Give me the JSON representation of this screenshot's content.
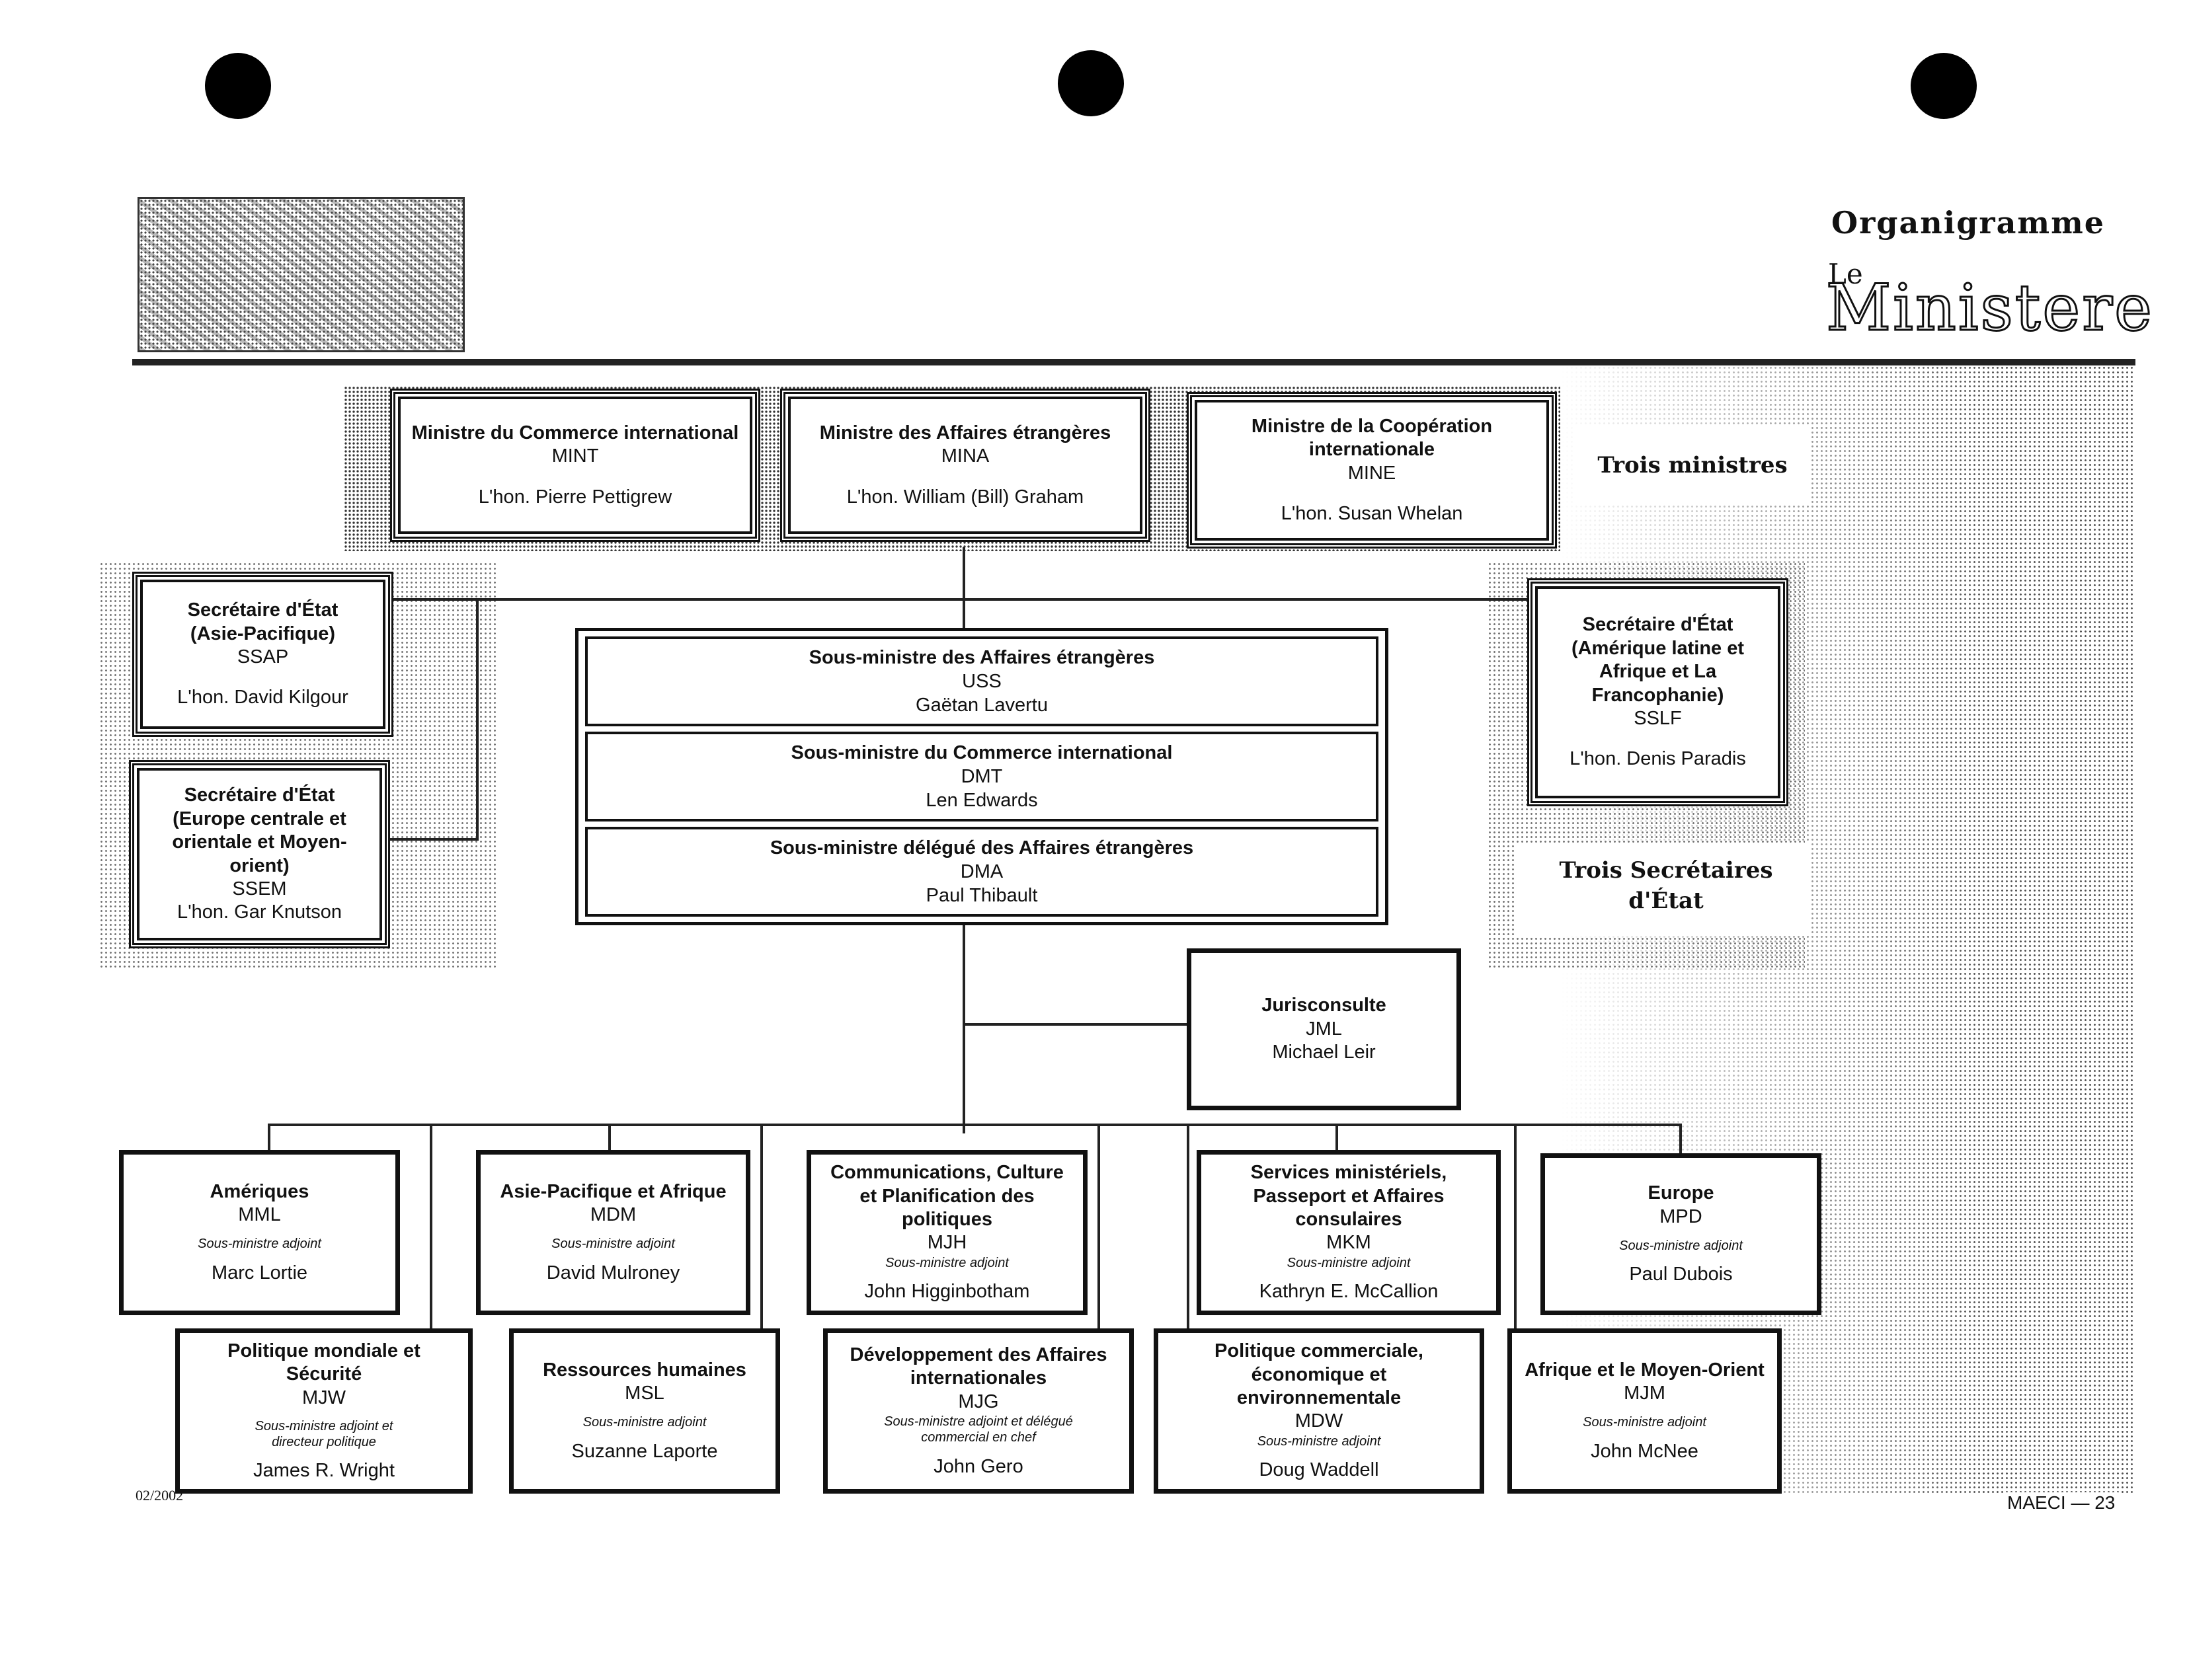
{
  "header": {
    "title_top": "Organigramme",
    "title_le": "Le",
    "title_main": "Ministere"
  },
  "ministers": [
    {
      "title": "Ministre du Commerce international",
      "code": "MINT",
      "name": "L'hon. Pierre Pettigrew"
    },
    {
      "title": "Ministre des Affaires étrangères",
      "code": "MINA",
      "name": "L'hon. William (Bill) Graham"
    },
    {
      "title": "Ministre de la Coopération internationale",
      "code": "MINE",
      "name": "L'hon. Susan Whelan"
    }
  ],
  "label_ministers": "Trois ministres",
  "secretaries": [
    {
      "title": "Secrétaire d'État (Asie-Pacifique)",
      "code": "SSAP",
      "name": "L'hon. David Kilgour"
    },
    {
      "title": "Secrétaire d'État (Europe centrale et orientale et Moyen-orient)",
      "code": "SSEM",
      "name": "L'hon. Gar Knutson"
    },
    {
      "title": "Secrétaire d'État (Amérique latine et Afrique et La Francophanie)",
      "code": "SSLF",
      "name": "L'hon. Denis Paradis"
    }
  ],
  "label_secretaries": "Trois Secrétaires d'État",
  "deputies": [
    {
      "title": "Sous-ministre des Affaires étrangères",
      "code": "USS",
      "name": "Gaëtan Lavertu"
    },
    {
      "title": "Sous-ministre du Commerce international",
      "code": "DMT",
      "name": "Len Edwards"
    },
    {
      "title": "Sous-ministre délégué des Affaires étrangères",
      "code": "DMA",
      "name": "Paul Thibault"
    }
  ],
  "legal": {
    "title": "Jurisconsulte",
    "code": "JML",
    "name": "Michael Leir"
  },
  "branches_top": [
    {
      "title": "Amériques",
      "code": "MML",
      "role": "Sous-ministre adjoint",
      "name": "Marc Lortie"
    },
    {
      "title": "Asie-Pacifique et Afrique",
      "code": "MDM",
      "role": "Sous-ministre adjoint",
      "name": "David Mulroney"
    },
    {
      "title": "Communications, Culture et Planification des politiques",
      "code": "MJH",
      "role": "Sous-ministre adjoint",
      "name": "John Higginbotham"
    },
    {
      "title": "Services ministériels, Passeport et Affaires consulaires",
      "code": "MKM",
      "role": "Sous-ministre adjoint",
      "name": "Kathryn E. McCallion"
    },
    {
      "title": "Europe",
      "code": "MPD",
      "role": "Sous-ministre adjoint",
      "name": "Paul Dubois"
    }
  ],
  "branches_bottom": [
    {
      "title": "Politique mondiale et Sécurité",
      "code": "MJW",
      "role": "Sous-ministre adjoint et directeur politique",
      "name": "James R. Wright"
    },
    {
      "title": "Ressources humaines",
      "code": "MSL",
      "role": "Sous-ministre adjoint",
      "name": "Suzanne Laporte"
    },
    {
      "title": "Développement des Affaires internationales",
      "code": "MJG",
      "role": "Sous-ministre adjoint et délégué commercial en chef",
      "name": "John Gero"
    },
    {
      "title": "Politique commerciale, économique et environnementale",
      "code": "MDW",
      "role": "Sous-ministre adjoint",
      "name": "Doug Waddell"
    },
    {
      "title": "Afrique et le Moyen-Orient",
      "code": "MJM",
      "role": "Sous-ministre adjoint",
      "name": "John McNee"
    }
  ],
  "footer": {
    "date": "02/2002",
    "page": "MAECI — 23"
  }
}
